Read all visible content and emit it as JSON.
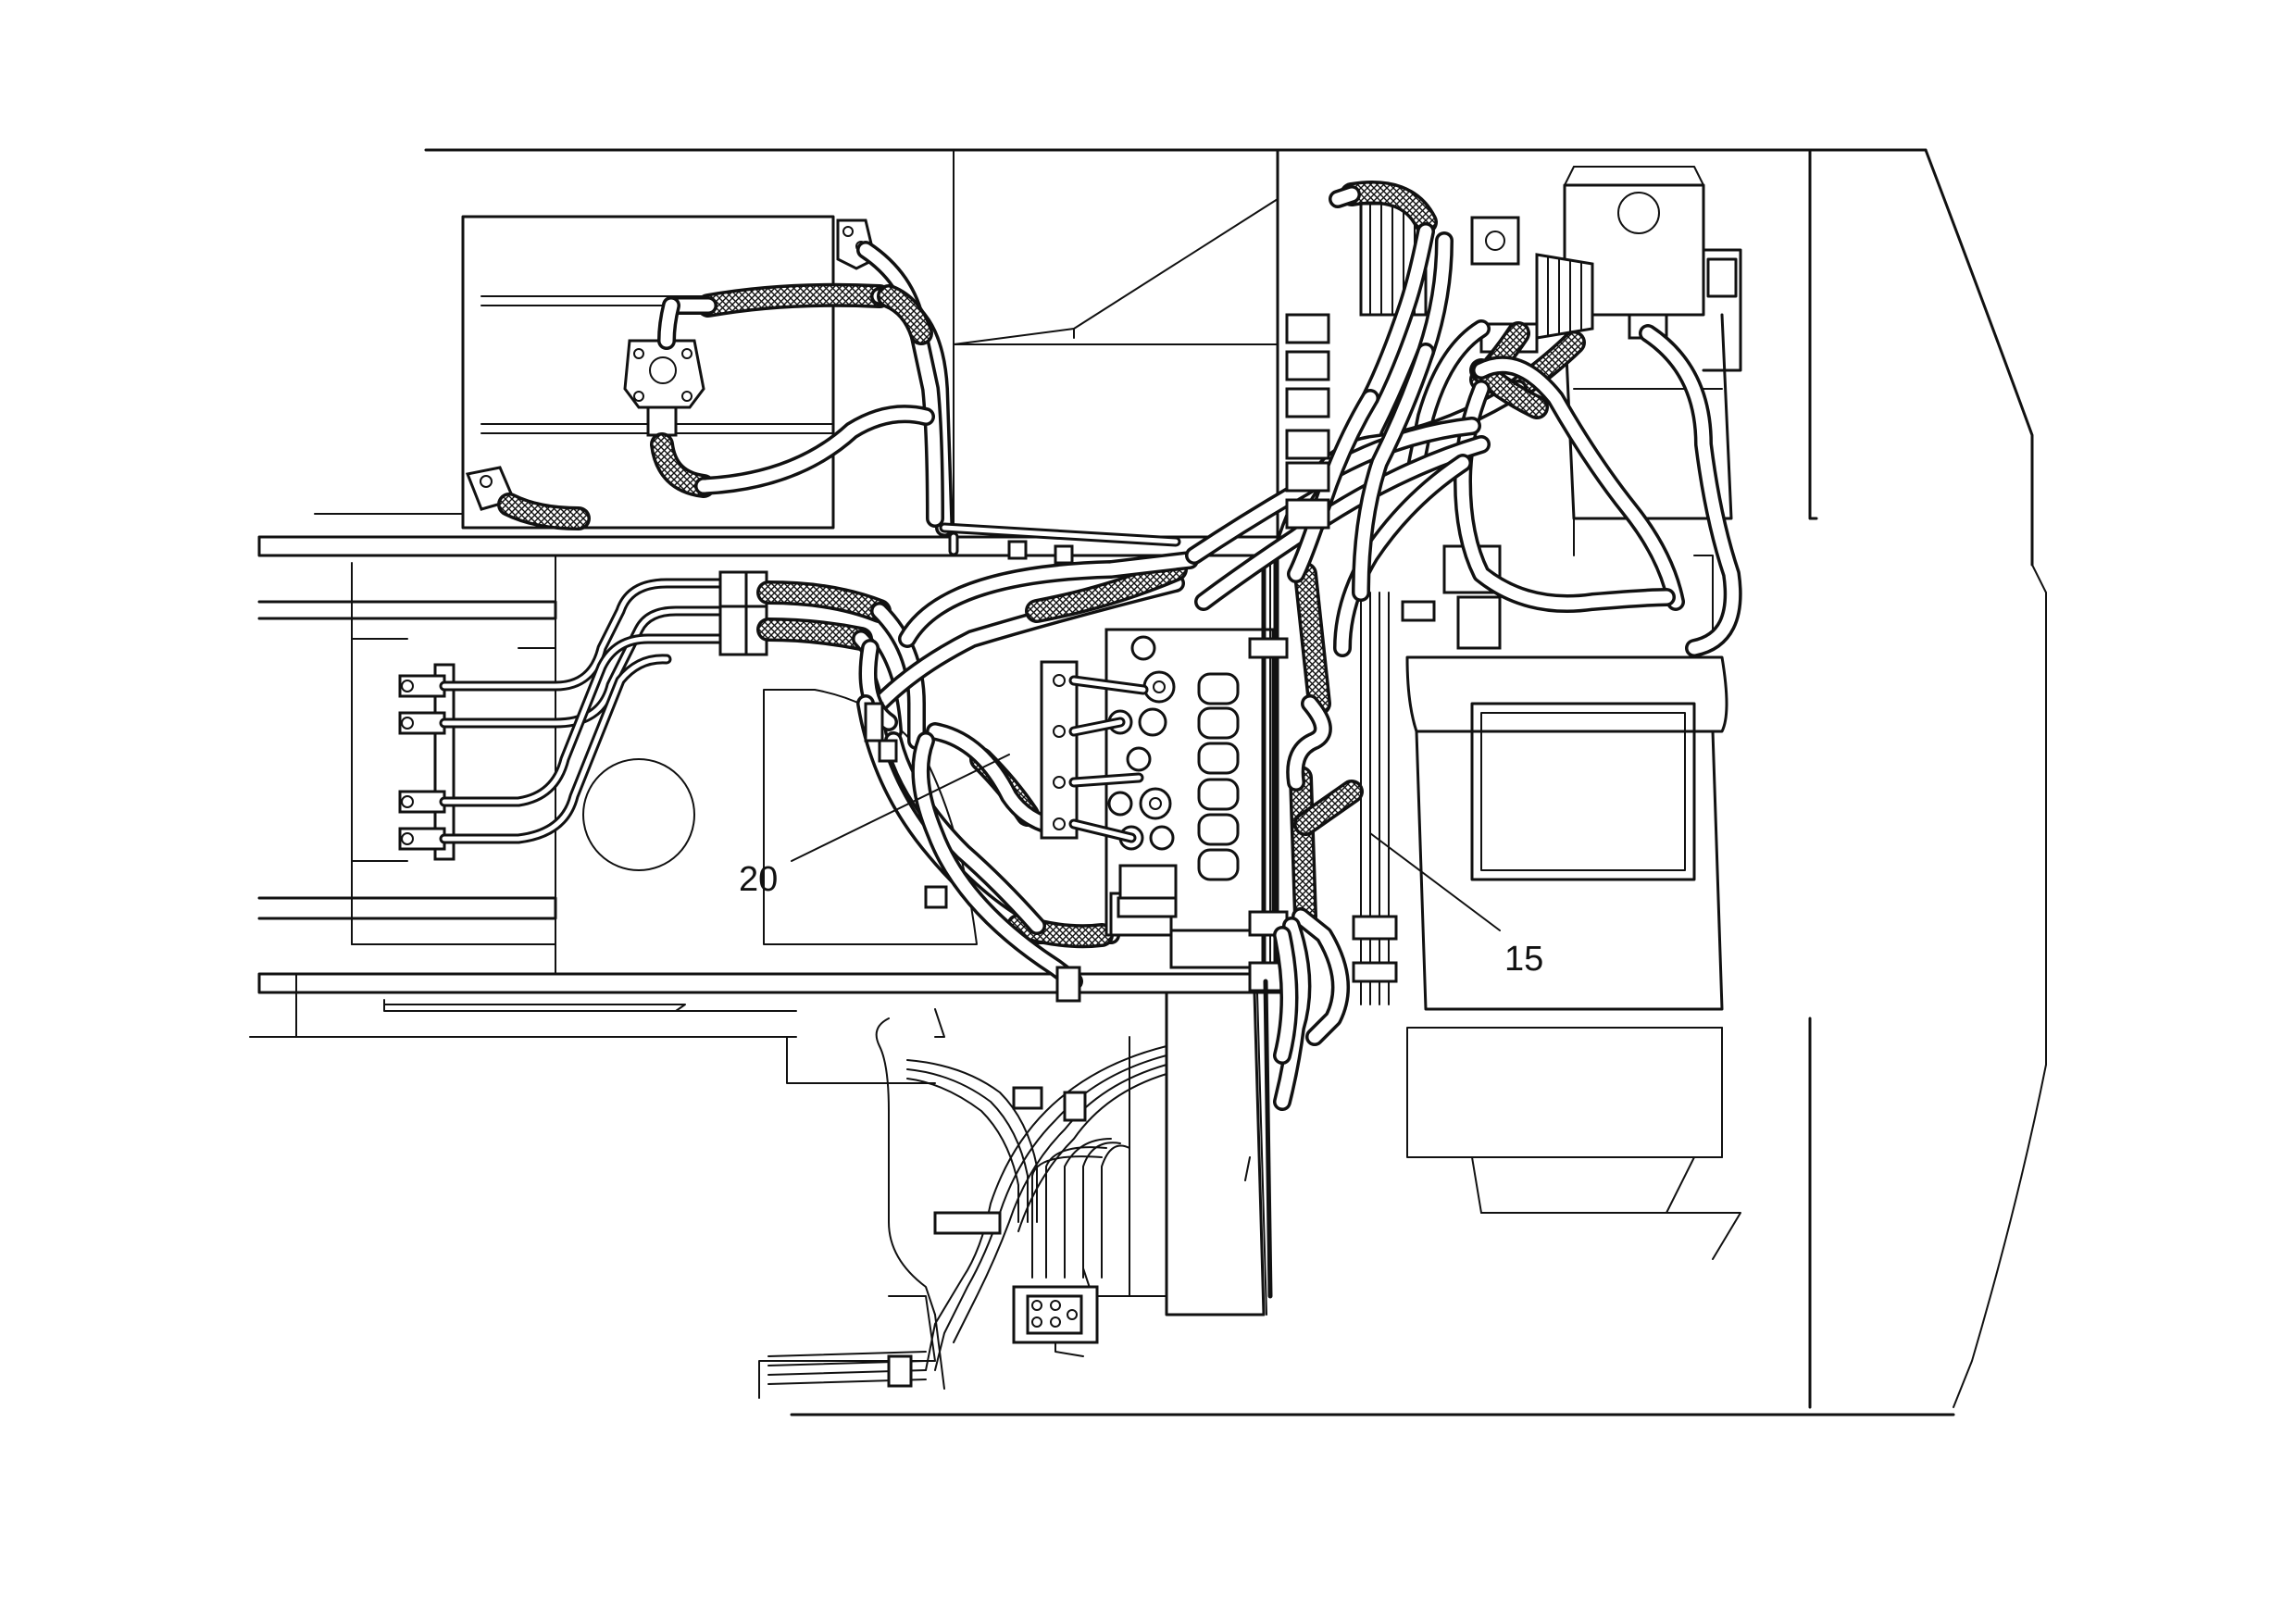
{
  "diagram": {
    "callouts": [
      {
        "id": "callout-20",
        "label": "20"
      },
      {
        "id": "callout-15",
        "label": "15"
      }
    ]
  }
}
